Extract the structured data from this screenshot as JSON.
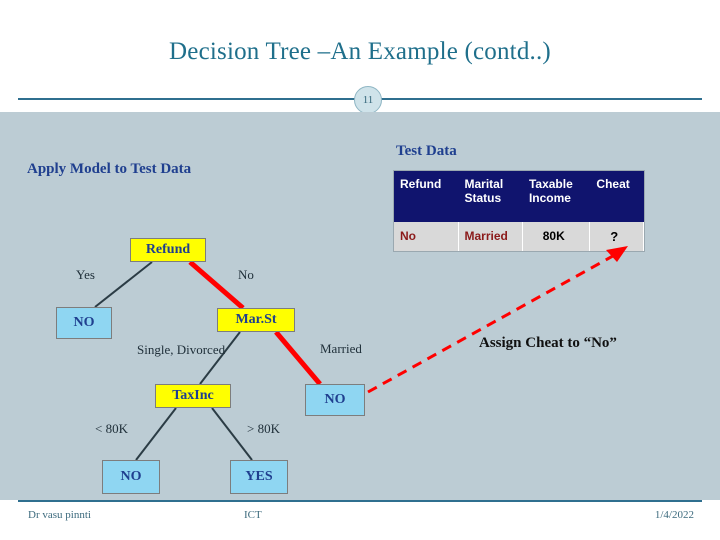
{
  "slide": {
    "title": "Decision Tree –An Example (contd..)",
    "page_number": "11",
    "accent_color": "#1f6f8b",
    "panel_color": "#bcccd4"
  },
  "labels": {
    "apply_model": "Apply Model to Test Data",
    "test_data": "Test Data",
    "assign_cheat": "Assign Cheat to “No”"
  },
  "test_table": {
    "headers": [
      "Refund",
      "Marital Status",
      "Taxable Income",
      "Cheat"
    ],
    "header_lines": [
      [
        "Refund"
      ],
      [
        "Marital",
        "Status"
      ],
      [
        "Taxable",
        "Income"
      ],
      [
        "Cheat"
      ]
    ],
    "row": [
      "No",
      "Married",
      "80K",
      "?"
    ],
    "header_bg": "#10146e",
    "row_bg": "#d9d9d9",
    "value_color": "#8b1a1a"
  },
  "tree": {
    "nodes": [
      {
        "id": "refund",
        "label": "Refund",
        "style": "yellow"
      },
      {
        "id": "marst",
        "label": "Mar.St",
        "style": "yellow"
      },
      {
        "id": "taxinc",
        "label": "TaxInc",
        "style": "yellow"
      },
      {
        "id": "no-left",
        "label": "NO",
        "style": "blue"
      },
      {
        "id": "no-married",
        "label": "NO",
        "style": "blue"
      },
      {
        "id": "no-low",
        "label": "NO",
        "style": "blue"
      },
      {
        "id": "yes-high",
        "label": "YES",
        "style": "blue"
      }
    ],
    "edges": [
      {
        "id": "yes",
        "label": "Yes"
      },
      {
        "id": "no",
        "label": "No"
      },
      {
        "id": "single-divorced",
        "label": "Single, Divorced"
      },
      {
        "id": "married",
        "label": "Married"
      },
      {
        "id": "lt80k",
        "label": "< 80K"
      },
      {
        "id": "gt80k",
        "label": "> 80K"
      }
    ],
    "highlight_color": "#ff0000",
    "node_yellow": "#ffff00",
    "node_blue": "#8fd6f2"
  },
  "footer": {
    "left": "Dr vasu pinnti",
    "center": "ICT",
    "right": "1/4/2022"
  }
}
